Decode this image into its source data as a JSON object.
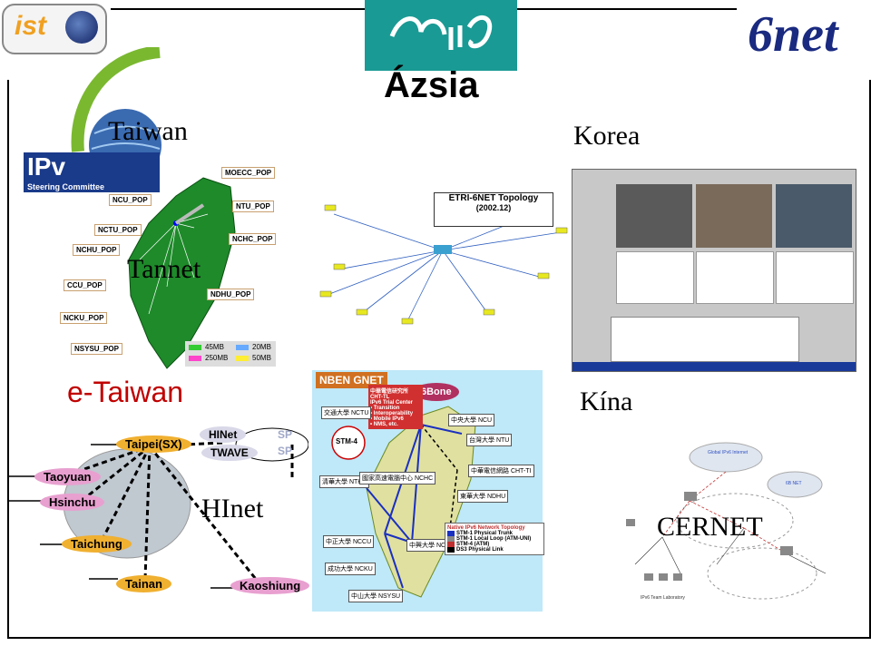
{
  "slide": {
    "title": "Ázsia",
    "labels": {
      "taiwan": "Taiwan",
      "korea": "Korea",
      "tannet": "Tannet",
      "e_taiwan": "e-Taiwan",
      "kina": "Kína",
      "hinet": "HInet",
      "cernet": "CERNET"
    }
  },
  "logos": {
    "ist": "ist",
    "sixnet": "6net",
    "ipv6_line1": "IPv",
    "ipv6_line2": "Steering Committee"
  },
  "tannet_map": {
    "pops": [
      "MOECC_POP",
      "NCU_POP",
      "NTU_POP",
      "NCTU_POP",
      "NCHC_POP",
      "NCHU_POP",
      "CCU_POP",
      "NDHU_POP",
      "NCKU_POP",
      "NSYSU_POP"
    ],
    "legend": [
      "45MB",
      "20MB",
      "250MB",
      "50MB"
    ]
  },
  "korea_map": {
    "title": "ETRI-6NET Topology",
    "subtitle": "(2002.12)"
  },
  "hinet_diagram": {
    "nodes": [
      "Taipei(SX)",
      "HINet",
      "TWAVE",
      "Taoyuan",
      "Hsinchu",
      "Taichung",
      "Tainan",
      "Kaoshiung"
    ],
    "sp_labels": [
      "SP",
      "SP"
    ]
  },
  "nben": {
    "title": "NBEN GNET",
    "sixbone": "6Bone",
    "cht_box": [
      "中華電信研究所",
      "CHT-TL",
      "IPv6 Trial Center",
      "• Transition",
      "• Interoperability",
      "• Mobile IPv6",
      "• NMS, etc."
    ],
    "stm": "STM-4",
    "nodes": [
      "交通大學 NCTU",
      "清華大學 NTHU",
      "國家高速電腦中心 NCHC",
      "中正大學 NCCU",
      "中興大學 NCHU",
      "成功大學 NCKU",
      "中山大學 NSYSU",
      "東華大學 NDHU",
      "台灣大學 NTU",
      "中央大學 NCU",
      "中華電信網路 CHT-TI"
    ],
    "legend": [
      "Native IPv6 Network Topology",
      "STM-1 Physical Trunk",
      "STM-1 Local Loop (ATM-UNI)",
      "STM-4 (ATM)",
      "DS3 Physical Link"
    ]
  },
  "cernet_diagram": {
    "nodes": [
      "Global IPv6 Internet",
      "6B NET",
      "IPv6 Team Laboratory"
    ]
  }
}
